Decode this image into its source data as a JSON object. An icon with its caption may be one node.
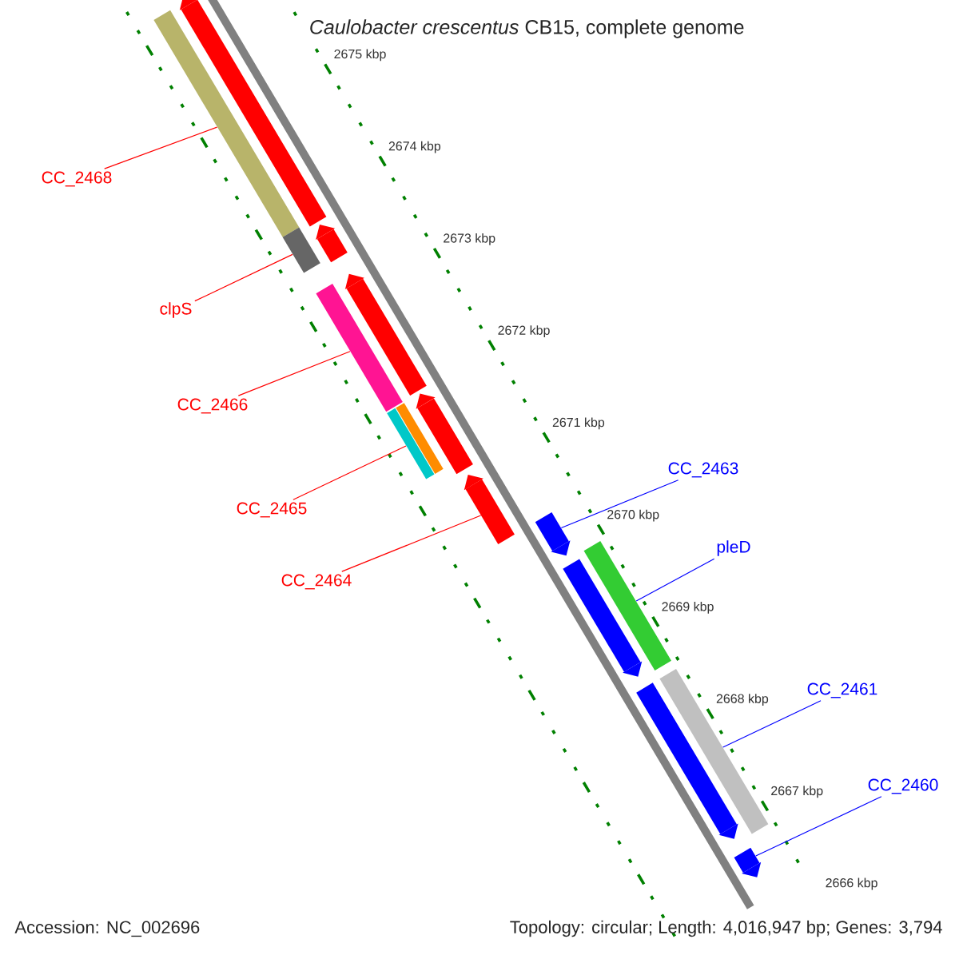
{
  "diagram": {
    "title": "*Caulobacter crescentus* CB15, complete genome",
    "nodes": [
      {
        "text": [
          "CC_2468"
        ]
      },
      {
        "text": [
          "clpS"
        ]
      },
      {
        "text": [
          "CC_2466"
        ]
      },
      {
        "text": [
          "CC_2465"
        ]
      },
      {
        "text": [
          "CC_2464"
        ]
      },
      {
        "text": [
          "CC_2463"
        ]
      },
      {
        "text": [
          "pleD"
        ]
      },
      {
        "text": [
          "CC_2461"
        ]
      },
      {
        "text": [
          "CC_2460"
        ]
      },
      {
        "text": [],
        "shape": "arrow"
      },
      {
        "text": [],
        "shape": "bar"
      },
      {
        "text": [],
        "shape": "bar"
      },
      {
        "text": [],
        "shape": "arrow"
      },
      {
        "text": [],
        "shape": "bar"
      },
      {
        "text": [],
        "shape": "arrow"
      },
      {
        "text": [],
        "shape": "bar"
      },
      {
        "text": [],
        "shape": "bar"
      },
      {
        "text": [],
        "shape": "arrow"
      },
      {
        "text": [],
        "shape": "arrow"
      },
      {
        "text": [],
        "shape": "arrow"
      },
      {
        "text": [],
        "shape": "bar"
      },
      {
        "text": [],
        "shape": "arrow"
      },
      {
        "text": [],
        "shape": "arrow"
      },
      {
        "text": [],
        "shape": "bar"
      },
      {
        "text": [],
        "shape": "arrow"
      }
    ],
    "edges": [
      {
        "from": 0,
        "to": 10,
        "arrow": "none"
      },
      {
        "from": 1,
        "to": 11,
        "arrow": "none"
      },
      {
        "from": 2,
        "to": 13,
        "arrow": "none"
      },
      {
        "from": 3,
        "to": 15,
        "arrow": "none"
      },
      {
        "from": 4,
        "to": 18,
        "arrow": "none"
      },
      {
        "from": 5,
        "to": 19,
        "arrow": "none",
        "color": "#0000ff"
      },
      {
        "from": 6,
        "to": 20,
        "arrow": "none",
        "color": "#0000ff"
      },
      {
        "from": 7,
        "to": 23,
        "arrow": "none",
        "color": "#0000ff"
      },
      {
        "from": 8,
        "to": 24,
        "arrow": "none",
        "color": "#0000ff"
      }
    ],
    "labels": [
      "2675 kbp",
      "2674 kbp",
      "2673 kbp",
      "2672 kbp",
      "2671 kbp",
      "2670 kbp",
      "2669 kbp",
      "2668 kbp",
      "2667 kbp",
      "2666 kbp",
      "Accession: NC_002696",
      "Topology: circular; Length: 4,016,947 bp; Genes: 3,794"
    ]
  }
}
